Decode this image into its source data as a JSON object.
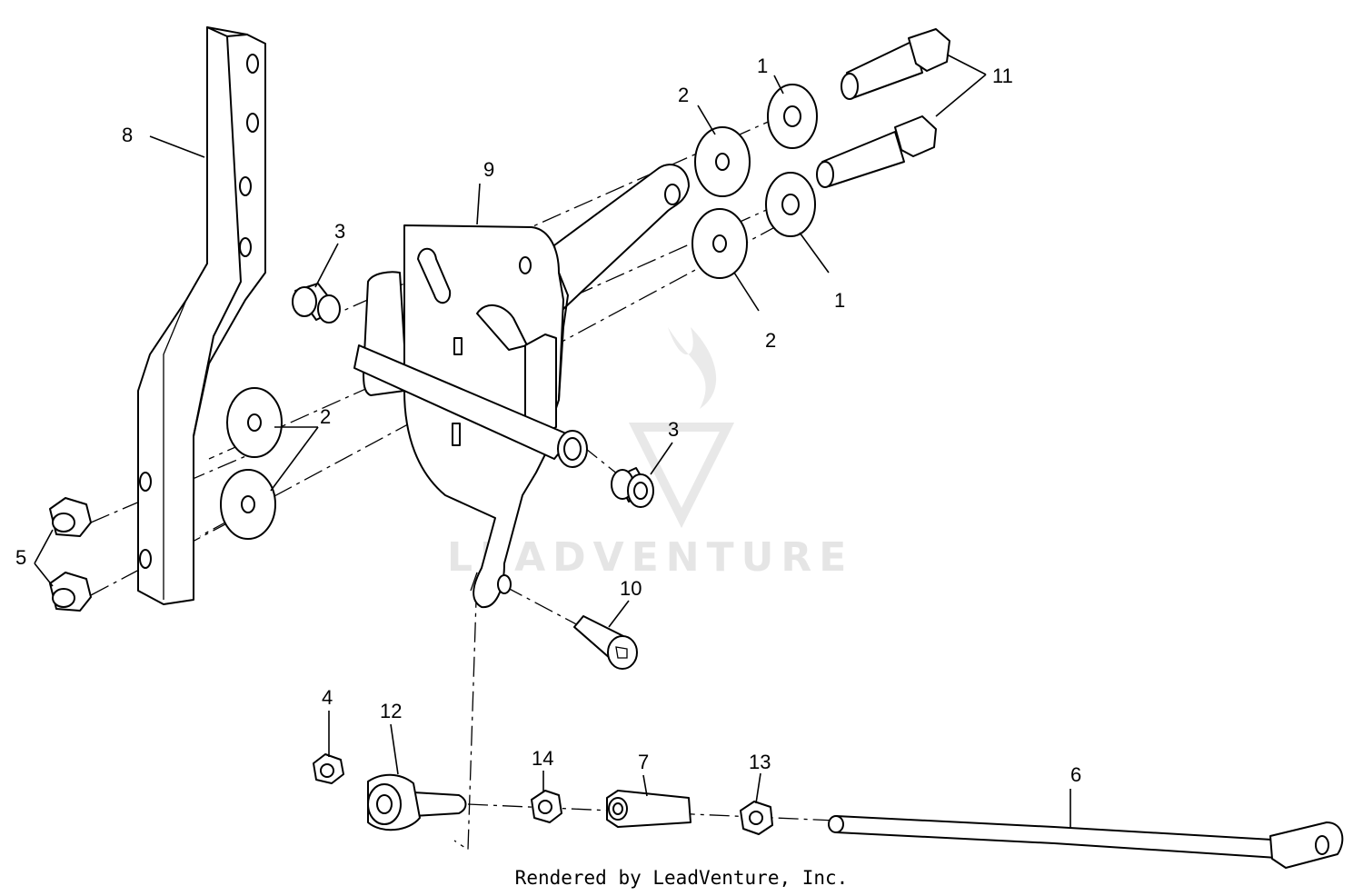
{
  "diagram": {
    "callouts": {
      "c1a": "1",
      "c1b": "1",
      "c2a": "2",
      "c2b": "2",
      "c2c": "2",
      "c3a": "3",
      "c3b": "3",
      "c4": "4",
      "c5": "5",
      "c6": "6",
      "c7": "7",
      "c8": "8",
      "c9": "9",
      "c10": "10",
      "c11": "11",
      "c12": "12",
      "c13": "13",
      "c14": "14"
    },
    "watermark": "LEADVENTURE",
    "footer": "Rendered by LeadVenture, Inc."
  }
}
